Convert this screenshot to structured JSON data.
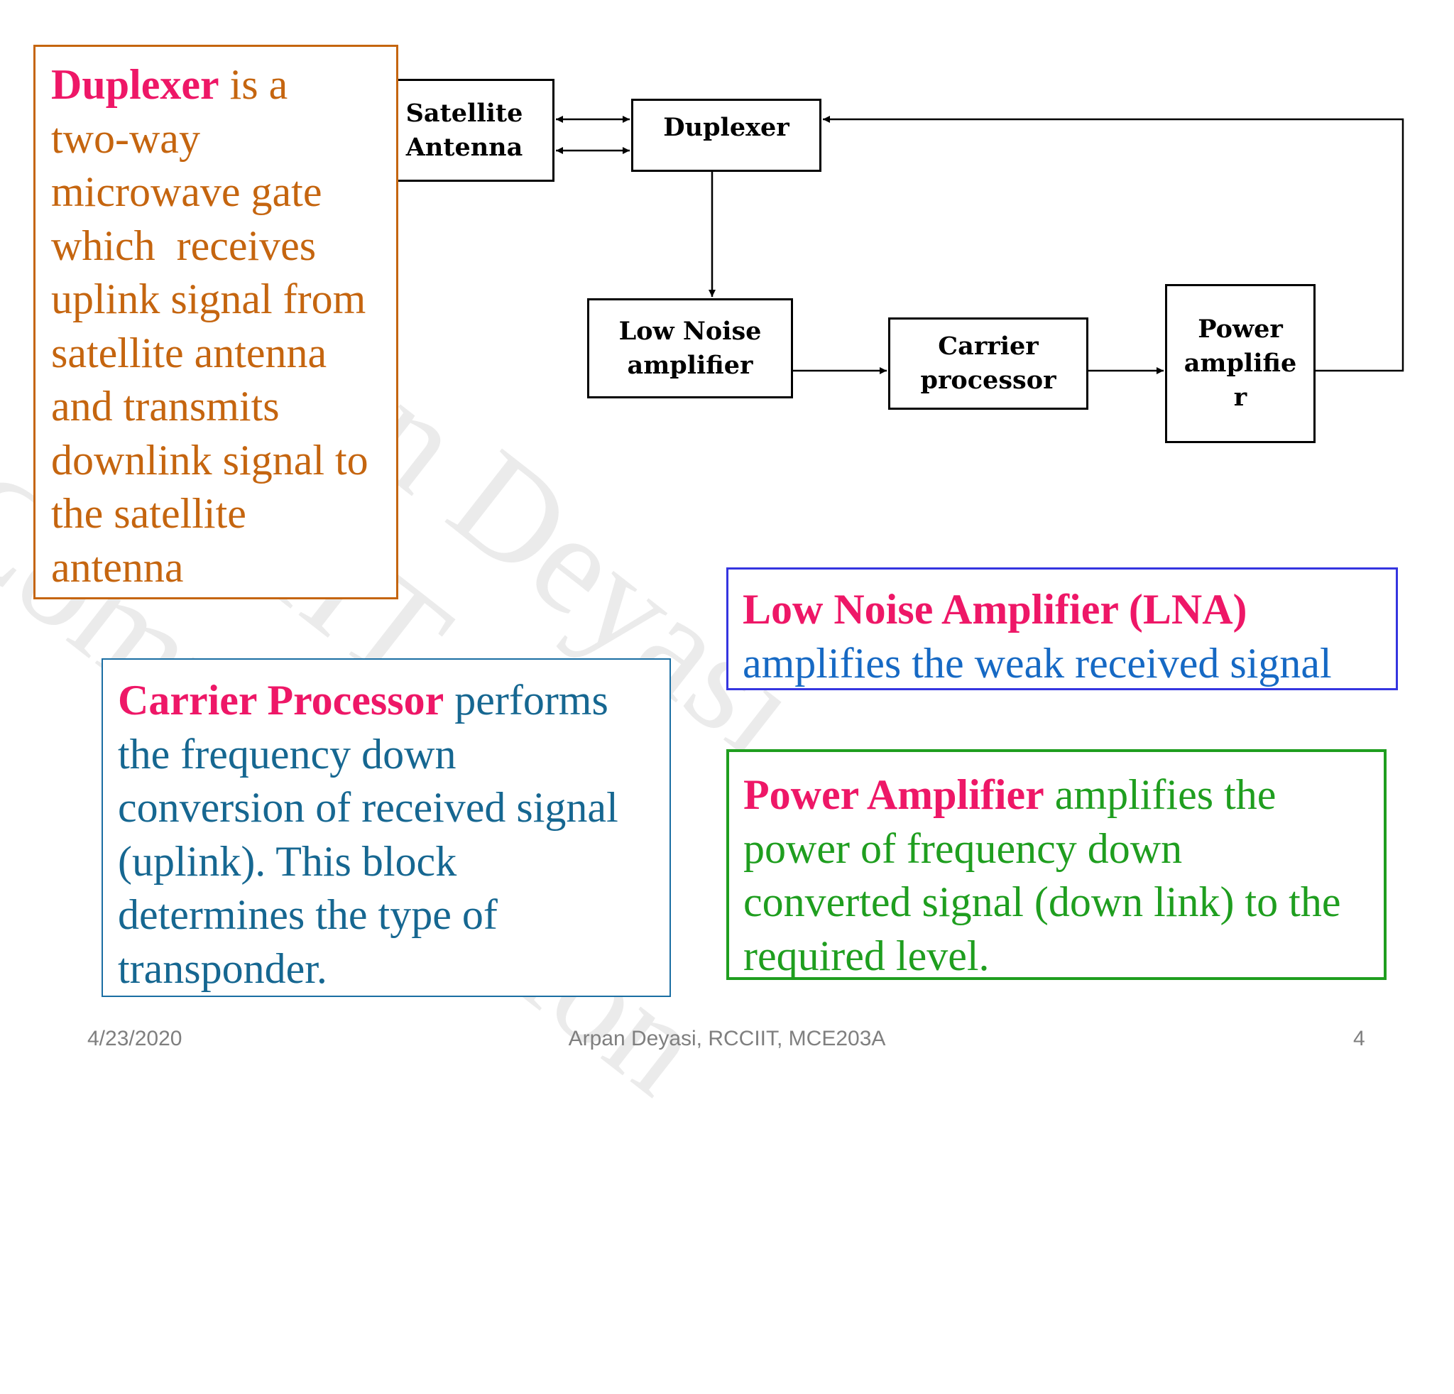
{
  "watermark": [
    "Arpan Deyasi",
    "RCCIIT",
    "Communication"
  ],
  "diagram": {
    "blocks": {
      "satellite_antenna": [
        "Satellite",
        "Antenna"
      ],
      "duplexer": [
        "Duplexer"
      ],
      "low_noise_amplifier": [
        "Low Noise",
        "amplifier"
      ],
      "carrier_processor": [
        "Carrier",
        "processor"
      ],
      "power_amplifier": [
        "Power",
        "amplifie",
        "r"
      ]
    }
  },
  "callouts": {
    "duplexer": {
      "term": "Duplexer",
      "lines": [
        " is a",
        "two-way",
        "microwave gate",
        "which  receives",
        "uplink signal from",
        "satellite antenna",
        "and transmits",
        "downlink signal to",
        "the satellite",
        "antenna"
      ]
    },
    "lna": {
      "term": "Low Noise Amplifier (LNA)",
      "lines": [
        "amplifies the weak received signal"
      ]
    },
    "carrier_processor": {
      "term": "Carrier Processor",
      "lines": [
        " performs",
        "the frequency down",
        "conversion of received signal",
        "(uplink). This block",
        "determines the type of",
        "transponder."
      ]
    },
    "power_amplifier": {
      "term": "Power Amplifier",
      "lines": [
        " amplifies the",
        "power of frequency down",
        "converted signal (down link) to the",
        "required level."
      ]
    }
  },
  "footer": {
    "date": "4/23/2020",
    "author": "Arpan Deyasi, RCCIIT, MCE203A",
    "page": "4"
  },
  "colors": {
    "duplexer_text": "#c5650f",
    "lna_border": "#3535e0",
    "lna_text": "#1669c4",
    "cp_border": "#1a6ea3",
    "cp_text": "#166791",
    "pa_border": "#1f9e1f",
    "pa_text": "#1f9e1f",
    "highlight": "#ee1767",
    "footer_text": "#7f7f7f"
  }
}
